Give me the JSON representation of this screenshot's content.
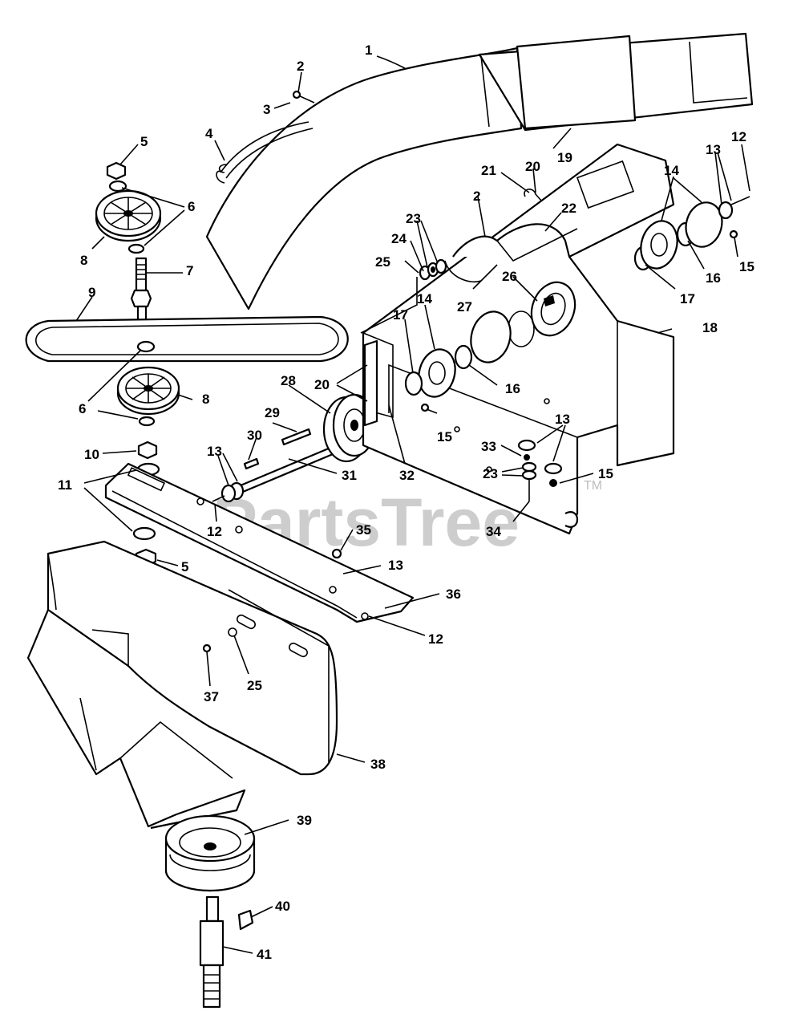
{
  "watermark": {
    "text": "PartsTree",
    "trademark": "TM"
  },
  "callouts": [
    "1",
    "2",
    "3",
    "4",
    "5",
    "6",
    "6",
    "8",
    "7",
    "9",
    "6",
    "8",
    "10",
    "11",
    "5",
    "28",
    "29",
    "30",
    "13",
    "12",
    "31",
    "20",
    "32",
    "17",
    "14",
    "16",
    "15",
    "2",
    "21",
    "20",
    "22",
    "23",
    "24",
    "25",
    "27",
    "26",
    "19",
    "14",
    "13",
    "12",
    "17",
    "16",
    "15",
    "18",
    "13",
    "33",
    "23",
    "15",
    "34",
    "35",
    "13",
    "36",
    "12",
    "37",
    "25",
    "38",
    "39",
    "40",
    "41"
  ]
}
